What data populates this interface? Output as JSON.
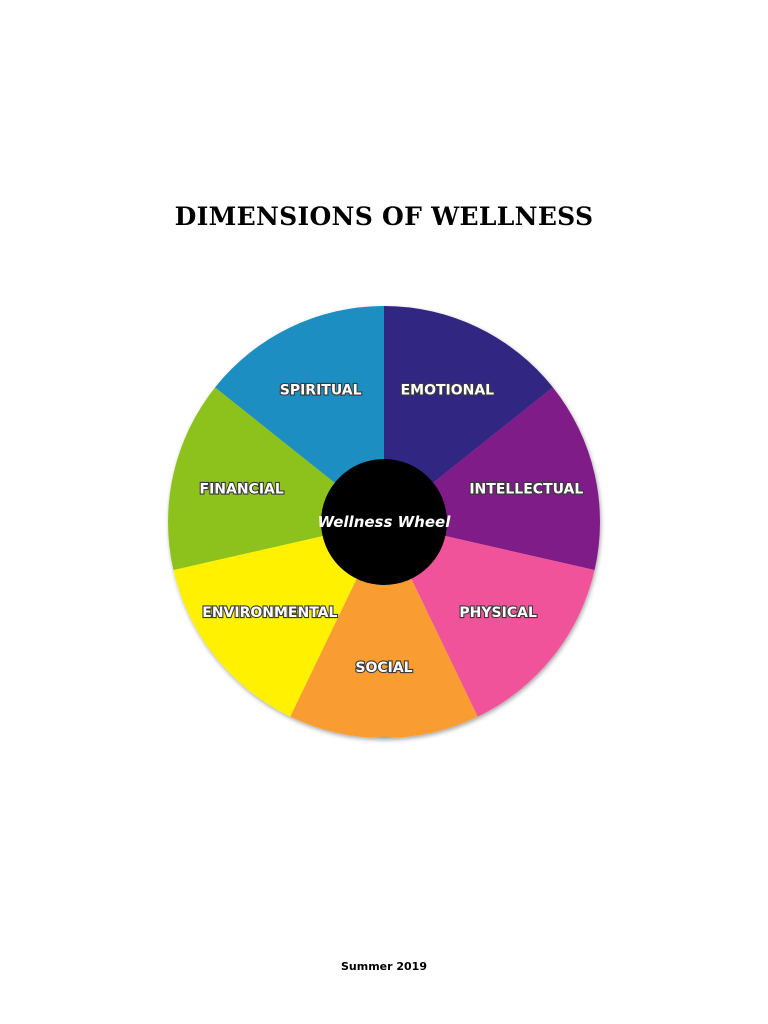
{
  "title": "DIMENSIONS OF WELLNESS",
  "wheel": {
    "center_label": "Wellness Wheel",
    "segments": [
      {
        "label": "EMOTIONAL",
        "color": "#312783"
      },
      {
        "label": "INTELLECTUAL",
        "color": "#7f1a88"
      },
      {
        "label": "PHYSICAL",
        "color": "#f0529a"
      },
      {
        "label": "SOCIAL",
        "color": "#f99d33"
      },
      {
        "label": "ENVIRONMENTAL",
        "color": "#fff100"
      },
      {
        "label": "FINANCIAL",
        "color": "#8dc21f"
      },
      {
        "label": "SPIRITUAL",
        "color": "#1b8ec1"
      }
    ],
    "hub_color": "#000000"
  },
  "footer": "Summer 2019"
}
